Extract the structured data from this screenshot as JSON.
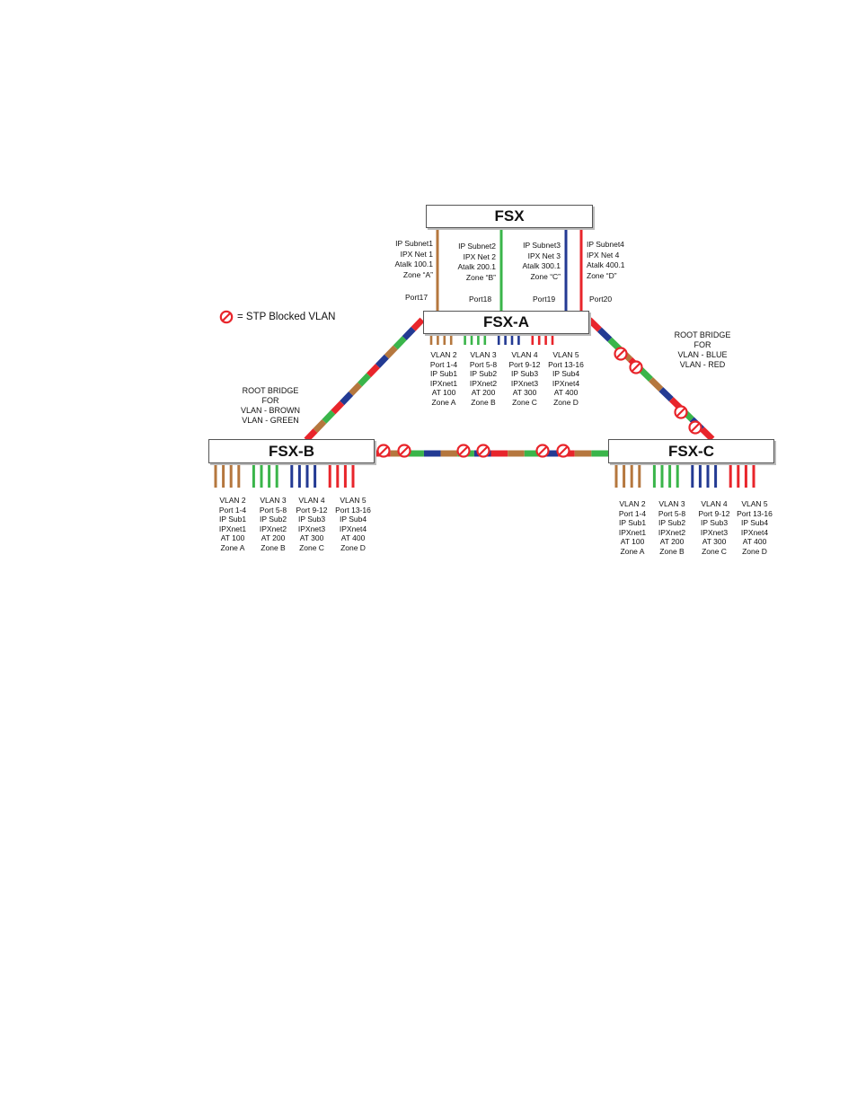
{
  "colors": {
    "brown": "#b5773e",
    "green": "#3ab54a",
    "blue": "#233a93",
    "red": "#e8252b",
    "block": "#e8252b"
  },
  "switches": {
    "fsx": {
      "name": "FSX"
    },
    "fsx_a": {
      "name": "FSX-A"
    },
    "fsx_b": {
      "name": "FSX-B"
    },
    "fsx_c": {
      "name": "FSX-C"
    }
  },
  "legend": {
    "icon": "stp-blocked-icon",
    "text": "= STP Blocked VLAN"
  },
  "uplinks": [
    {
      "color": "brown",
      "lines": [
        "IP Subnet1",
        "IPX Net 1",
        "Atalk 100.1",
        "Zone “A”"
      ],
      "port": "Port17"
    },
    {
      "color": "green",
      "lines": [
        "IP Subnet2",
        "IPX Net 2",
        "Atalk 200.1",
        "Zone “B”"
      ],
      "port": "Port18"
    },
    {
      "color": "blue",
      "lines": [
        "IP Subnet3",
        "IPX Net 3",
        "Atalk 300.1",
        "Zone “C”"
      ],
      "port": "Port19"
    },
    {
      "color": "red",
      "lines": [
        "IP Subnet4",
        "IPX Net 4",
        "Atalk 400.1",
        "Zone “D”"
      ],
      "port": "Port20"
    }
  ],
  "vlan_groups": [
    {
      "color": "brown",
      "lines": [
        "VLAN 2",
        "Port 1-4",
        "IP Sub1",
        "IPXnet1",
        "AT 100",
        "Zone A"
      ]
    },
    {
      "color": "green",
      "lines": [
        "VLAN 3",
        "Port 5-8",
        "IP Sub2",
        "IPXnet2",
        "AT 200",
        "Zone B"
      ]
    },
    {
      "color": "blue",
      "lines": [
        "VLAN 4",
        "Port 9-12",
        "IP Sub3",
        "IPXnet3",
        "AT 300",
        "Zone C"
      ]
    },
    {
      "color": "red",
      "lines": [
        "VLAN 5",
        "Port 13-16",
        "IP Sub4",
        "IPXnet4",
        "AT 400",
        "Zone D"
      ]
    }
  ],
  "root_bridge_b": [
    "ROOT BRIDGE",
    "FOR",
    "VLAN - BROWN",
    "VLAN - GREEN"
  ],
  "root_bridge_c": [
    "ROOT BRIDGE",
    "FOR",
    "VLAN - BLUE",
    "VLAN - RED"
  ]
}
